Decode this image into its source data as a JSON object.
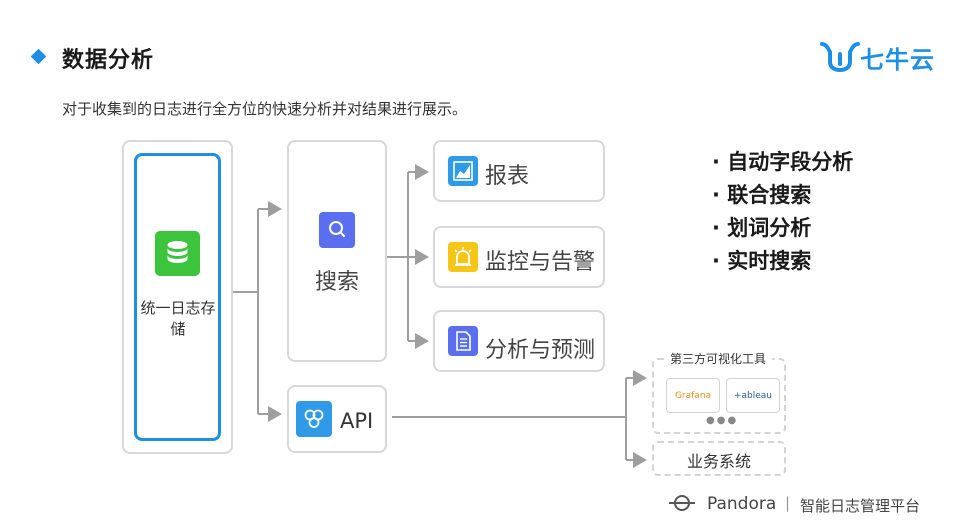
{
  "header": {
    "title": "数据分析",
    "subtitle": "对于收集到的日志进行全方位的快速分析并对结果进行展示。",
    "logo_text": "七牛云"
  },
  "nodes": {
    "storage": "统一日志存储",
    "search": "搜索",
    "api": "API",
    "outputs": [
      "报表",
      "监控与告警",
      "分析与预测"
    ],
    "third_party": {
      "title": "第三方可视化工具",
      "tools": [
        "Grafana",
        "+ableau"
      ],
      "more": "●●●"
    },
    "business": "业务系统"
  },
  "features": [
    "自动字段分析",
    "联合搜索",
    "划词分析",
    "实时搜索"
  ],
  "footer": {
    "brand": "Pandora",
    "separator": "|",
    "slogan": "智能日志管理平台"
  },
  "colors": {
    "accent": "#1e8fe6",
    "db_icon": "#3cc43c",
    "search_icon": "#5a6ff0",
    "api_icon": "#2f9ae8",
    "report_icon": "#2f9ae8",
    "alert_icon": "#f5c518",
    "predict_icon": "#5a6ff0",
    "arrows": "#9e9e9e",
    "box_border": "#d8d8d8"
  }
}
